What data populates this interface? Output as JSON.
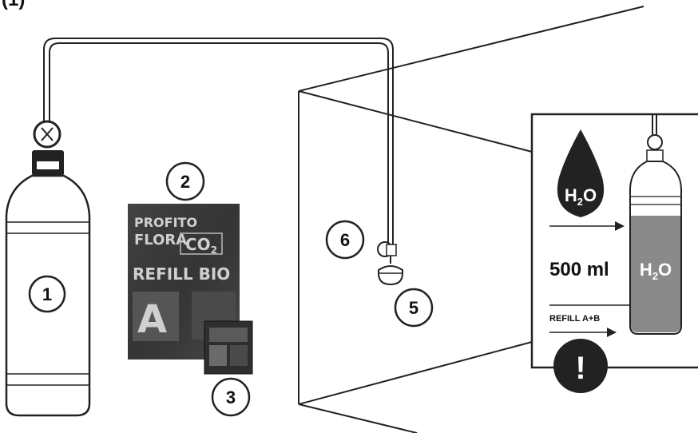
{
  "header": {
    "text": "(1)"
  },
  "callouts": {
    "bottle": "1",
    "refill_package": "2",
    "small_package": "3",
    "diffuser": "5",
    "suction_cup": "6"
  },
  "package_labels": {
    "brand": "PROFITO",
    "line": "FLORA",
    "co2": "CO",
    "co2_sub": "2",
    "product": "REFILL BIO",
    "letter": "A"
  },
  "detail": {
    "drop_label": "H",
    "drop_label_sub": "2",
    "drop_label_tail": "O",
    "volume_label": "500 ml",
    "water_label": "H",
    "water_label_sub": "2",
    "water_label_tail": "O",
    "refill_label": "REFILL A+B",
    "warning_symbol": "!"
  }
}
